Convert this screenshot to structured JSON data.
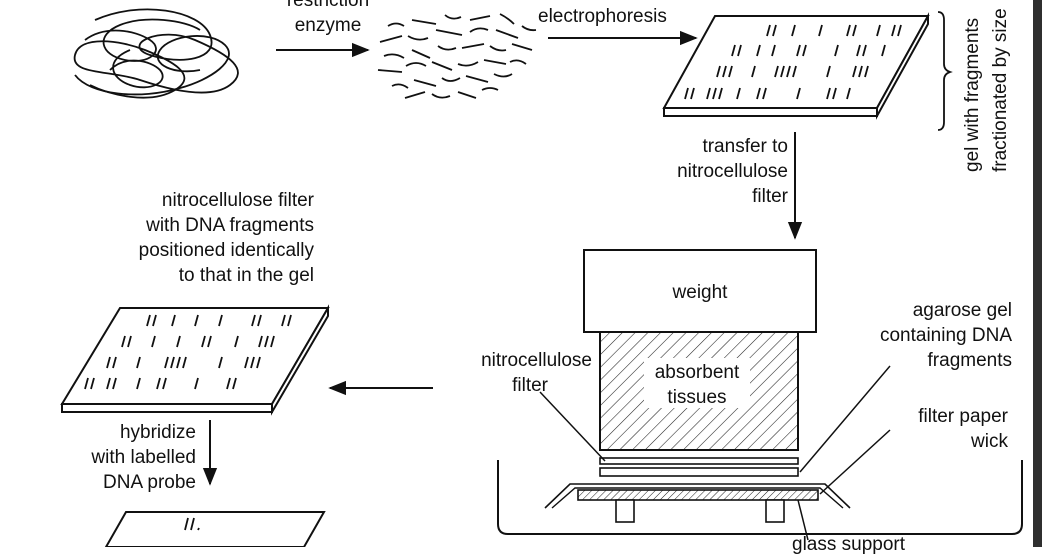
{
  "labels": {
    "restriction": "restriction",
    "enzyme": "enzyme",
    "electrophoresis": "electrophoresis",
    "gel_side_1": "gel with fragments",
    "gel_side_2": "fractionated by size",
    "transfer_1": "transfer to",
    "transfer_2": "nitrocellulose",
    "transfer_3": "filter",
    "filter_desc_1": "nitrocellulose filter",
    "filter_desc_2": "with DNA fragments",
    "filter_desc_3": "positioned identically",
    "filter_desc_4": "to that in the gel",
    "weight": "weight",
    "absorbent_1": "absorbent",
    "absorbent_2": "tissues",
    "nitro_filter_1": "nitrocellulose",
    "nitro_filter_2": "filter",
    "agarose_1": "agarose gel",
    "agarose_2": "containing DNA",
    "agarose_3": "fragments",
    "wick_1": "filter paper",
    "wick_2": "wick",
    "hybridize_1": "hybridize",
    "hybridize_2": "with labelled",
    "hybridize_3": "DNA probe",
    "glass_support": "glass support"
  }
}
